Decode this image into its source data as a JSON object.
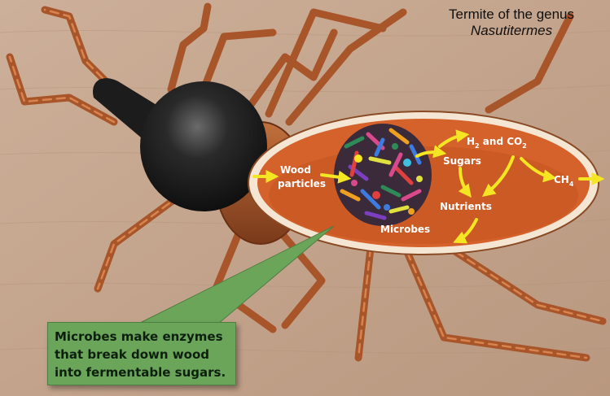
{
  "title": {
    "line1": "Termite of the genus",
    "line2": "Nasutitermes"
  },
  "labels": {
    "wood": "Wood",
    "particles": "particles",
    "sugars": "Sugars",
    "h2": "H",
    "h2_sub": "2",
    "and_co": " and CO",
    "co2_sub": "2",
    "ch": "CH",
    "ch4_sub": "4",
    "nutrients": "Nutrients",
    "microbes": "Microbes"
  },
  "callout": {
    "line1": "Microbes make enzymes",
    "line2": "that break down wood",
    "line3": "into fermentable sugars."
  },
  "colors": {
    "background": "#c9a98f",
    "termite_leg": "#a8552a",
    "termite_head": "#1e1e1e",
    "abdomen_fill": "#d4622a",
    "abdomen_border": "#f4e6d2",
    "arrow": "#f5e623",
    "callout_fill": "#6aa55a"
  },
  "icons": {
    "arrow": "yellow-arrow-icon"
  }
}
